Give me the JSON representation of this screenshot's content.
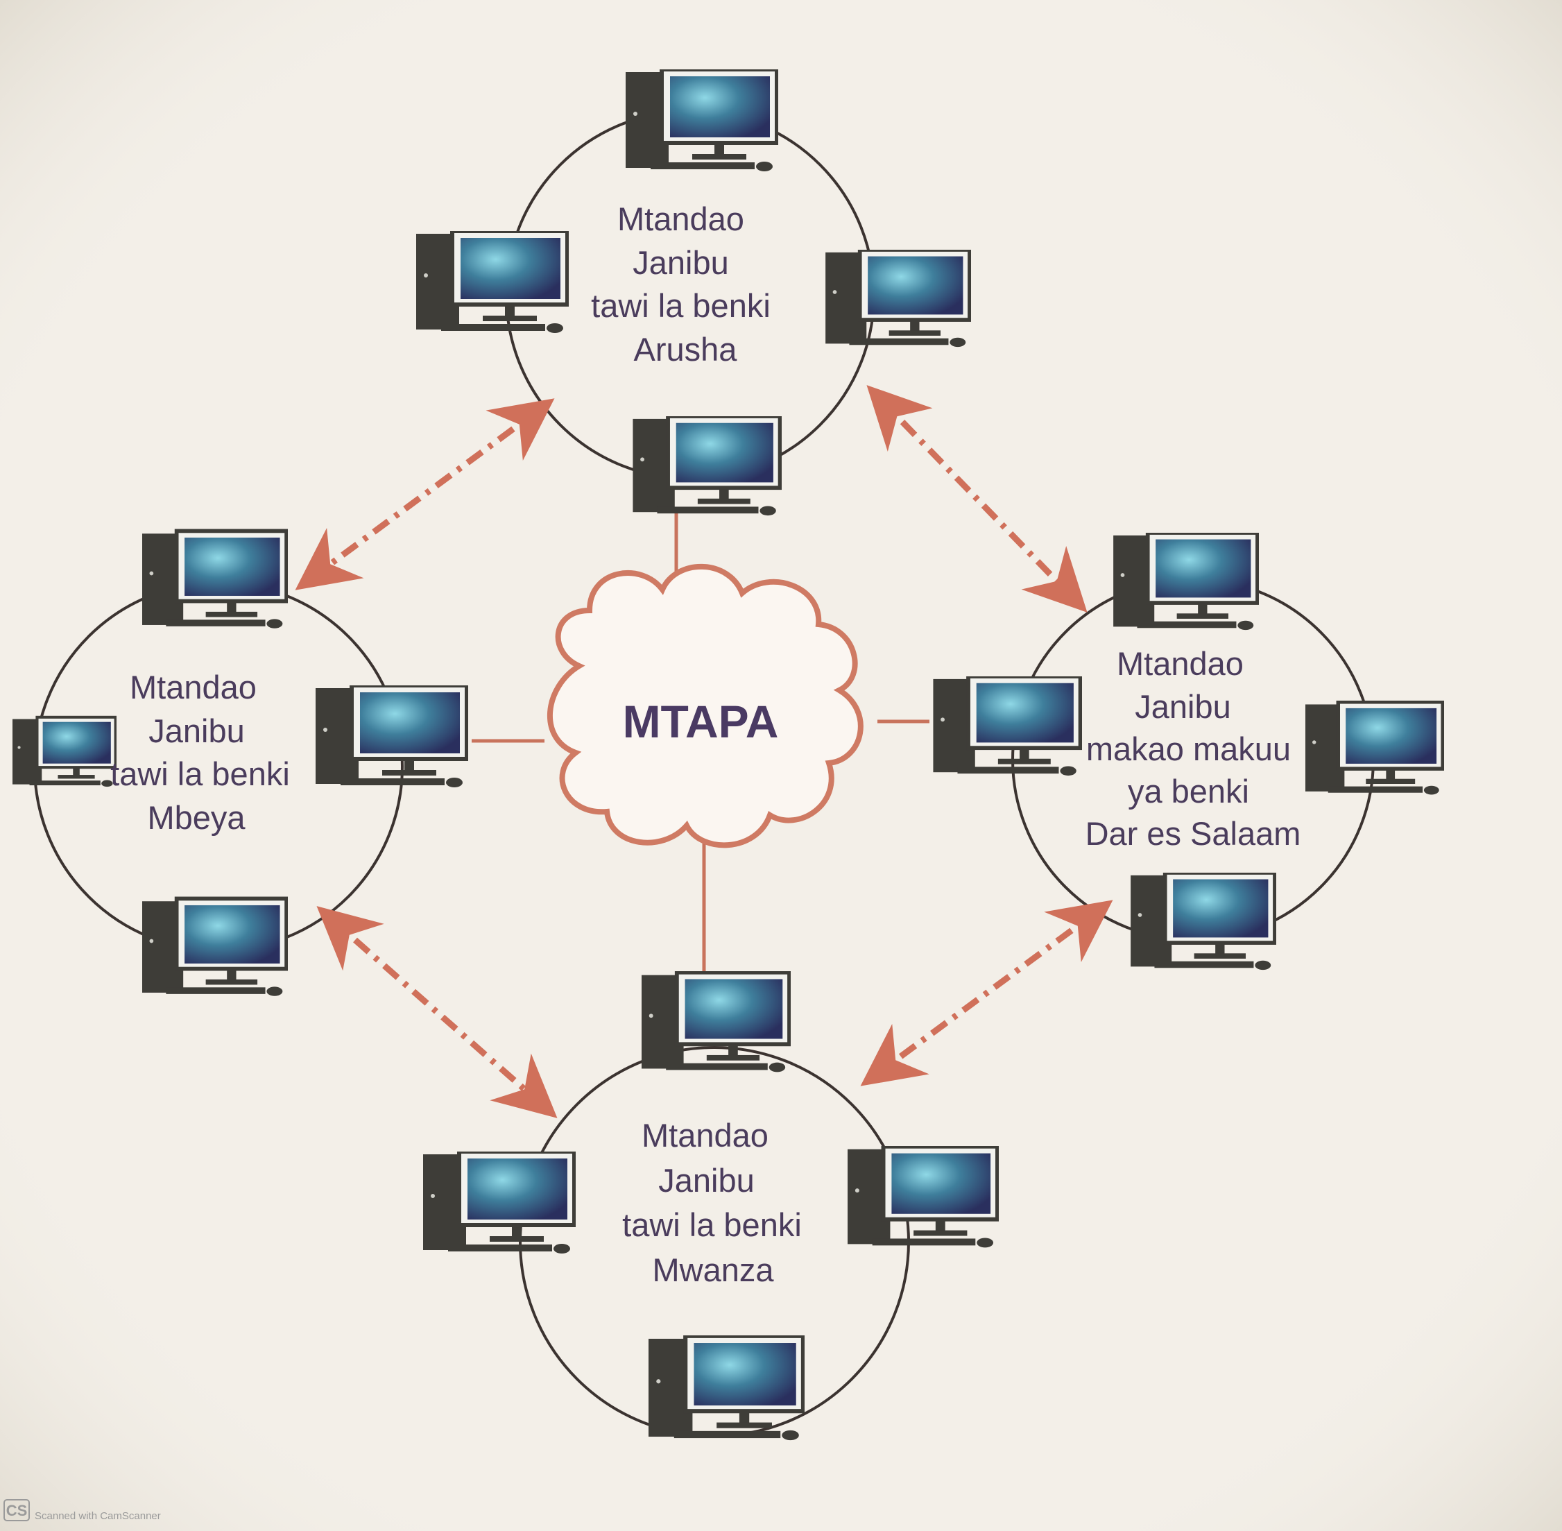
{
  "diagram": {
    "center": {
      "label": "MTAPA"
    },
    "networks": [
      {
        "id": "arusha",
        "lines": [
          "Mtandao",
          "Janibu",
          "tawi la  benki",
          "Arusha"
        ]
      },
      {
        "id": "mbeya",
        "lines": [
          "Mtandao",
          "Janibu",
          "tawi la  benki",
          "Mbeya"
        ]
      },
      {
        "id": "dar",
        "lines": [
          "Mtandao",
          "Janibu",
          "makao makuu",
          "ya  benki",
          "Dar es Salaam"
        ]
      },
      {
        "id": "mwanza",
        "lines": [
          "Mtandao",
          "Janibu",
          "tawi la  benki",
          "Mwanza"
        ]
      }
    ],
    "colors": {
      "ring": "#3b3330",
      "link": "#c8735c",
      "dashed_arrow": "#d0705a",
      "computer_body": "#3e3d38",
      "screen_frame": "#f2f2ee"
    }
  },
  "watermark": {
    "badge": "CS",
    "text": "Scanned with CamScanner"
  }
}
